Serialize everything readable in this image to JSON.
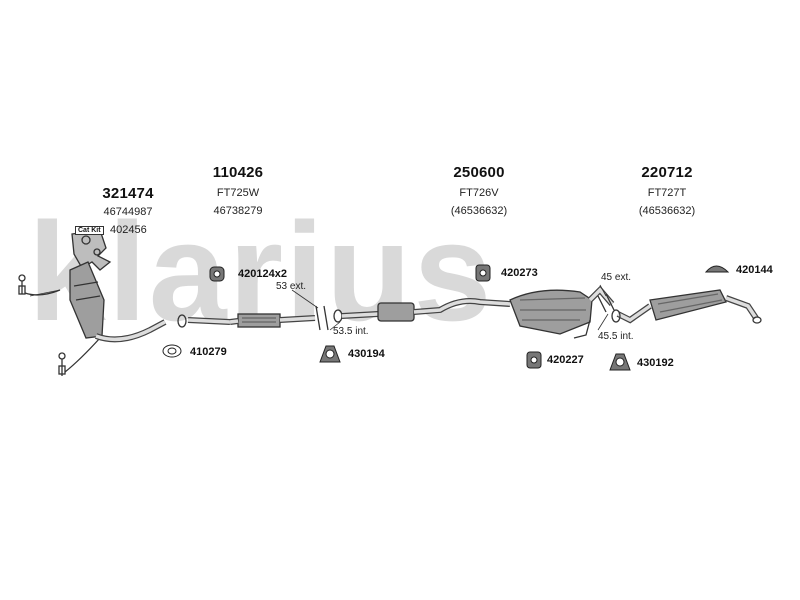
{
  "watermark": {
    "text": "klarius",
    "color": "#d9d9d9"
  },
  "colors": {
    "line": "#333333",
    "part_fill": "#aaaaaa",
    "part_dark": "#555555"
  },
  "groups": [
    {
      "part": "321474",
      "ref": "46744987"
    },
    {
      "part": "110426",
      "ref1": "FT725W",
      "ref2": "46738279"
    },
    {
      "part": "250600",
      "ref1": "FT726V",
      "ref2": "(46536632)"
    },
    {
      "part": "220712",
      "ref1": "FT727T",
      "ref2": "(46536632)"
    }
  ],
  "cat_kit": {
    "badge": "Cat Kit",
    "code": "402456"
  },
  "fittings": [
    {
      "code": "420124x2",
      "icon": "rubber-hanger-icon"
    },
    {
      "code": "410279",
      "icon": "gasket-ring-icon"
    },
    {
      "code": "430194",
      "icon": "clamp-icon"
    },
    {
      "code": "420273",
      "icon": "rubber-hanger-icon"
    },
    {
      "code": "420227",
      "icon": "rubber-hanger-icon"
    },
    {
      "code": "430192",
      "icon": "clamp-icon"
    },
    {
      "code": "420144",
      "icon": "rubber-mount-icon"
    }
  ],
  "dimensions": [
    {
      "text": "53 ext."
    },
    {
      "text": "53.5 int."
    },
    {
      "text": "45 ext."
    },
    {
      "text": "45.5 int."
    }
  ]
}
